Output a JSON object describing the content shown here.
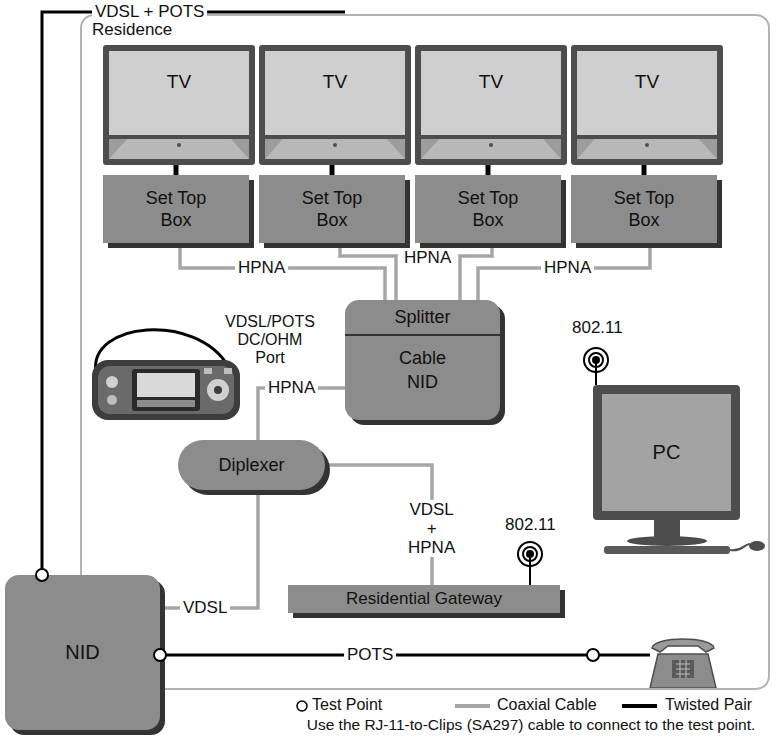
{
  "diagram": {
    "caption": "Use the RJ-11-to-Clips (SA297) cable to connect to the test point.",
    "nodes": [
      {
        "text": [
          "Residence"
        ]
      },
      {
        "text": [
          "TV"
        ],
        "in": 0
      },
      {
        "text": [
          "TV"
        ],
        "in": 0
      },
      {
        "text": [
          "TV"
        ],
        "in": 0
      },
      {
        "text": [
          "TV"
        ],
        "in": 0
      },
      {
        "text": [
          "Set Top Box"
        ],
        "in": 0
      },
      {
        "text": [
          "Set Top Box"
        ],
        "in": 0
      },
      {
        "text": [
          "Set Top Box"
        ],
        "in": 0
      },
      {
        "text": [
          "Set Top Box"
        ],
        "in": 0
      },
      {
        "text": [
          "Splitter",
          "Cable NID"
        ],
        "in": 0
      },
      {
        "text": [
          "PC"
        ],
        "in": 0
      },
      {
        "text": [
          "Diplexer"
        ],
        "in": 0
      },
      {
        "text": [
          "Residential Gateway"
        ],
        "in": 0
      },
      {
        "text": [
          "NID"
        ]
      }
    ],
    "edges": [
      {
        "from": 1,
        "to": 5,
        "arrow": "none"
      },
      {
        "from": 2,
        "to": 6,
        "arrow": "none"
      },
      {
        "from": 3,
        "to": 7,
        "arrow": "none"
      },
      {
        "from": 4,
        "to": 8,
        "arrow": "none"
      },
      {
        "from": 5,
        "to": 9,
        "label": "HPNA",
        "arrow": "none"
      },
      {
        "from": 6,
        "to": 9,
        "label": "HPNA",
        "arrow": "none"
      },
      {
        "from": 7,
        "to": 9,
        "arrow": "none"
      },
      {
        "from": 8,
        "to": 9,
        "label": "HPNA",
        "arrow": "none"
      },
      {
        "from": 11,
        "to": 9,
        "label": "HPNA",
        "arrow": "none"
      },
      {
        "from": 13,
        "to": 11,
        "label": "VDSL",
        "arrow": "none"
      },
      {
        "from": 11,
        "to": 12,
        "label": "VDSL + HPNA",
        "arrow": "none"
      }
    ],
    "labels": [
      "VDSL + POTS",
      "VDSL/POTS DC/OHM Port",
      "802.11",
      "802.11",
      "POTS"
    ],
    "legend": [
      {
        "text": "Test Point"
      },
      {
        "text": "Coaxial Cable"
      },
      {
        "text": "Twisted Pair"
      }
    ]
  }
}
